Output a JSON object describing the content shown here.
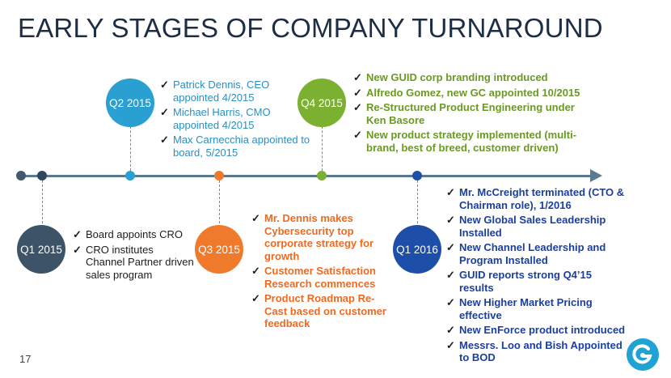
{
  "title": "EARLY STAGES OF COMPANY TURNAROUND",
  "page_number": "17",
  "milestones": {
    "q1_2015": {
      "label": "Q1 2015",
      "color": "#3d5468",
      "items": [
        "Board appoints CRO",
        "CRO institutes Channel Partner driven sales program"
      ]
    },
    "q2_2015": {
      "label": "Q2 2015",
      "color": "#2a9fd1",
      "items": [
        "Patrick Dennis, CEO appointed 4/2015",
        "Michael Harris, CMO appointed 4/2015",
        "Max Carnecchia appointed to board, 5/2015"
      ]
    },
    "q3_2015": {
      "label": "Q3 2015",
      "color": "#f07a2c",
      "items": [
        "Mr. Dennis makes Cybersecurity top corporate strategy for growth",
        "Customer Satisfaction Research commences",
        "Product Roadmap Re-Cast based on customer feedback"
      ]
    },
    "q4_2015": {
      "label": "Q4 2015",
      "color": "#7cb030",
      "items": [
        "New GUID corp branding introduced",
        "Alfredo Gomez, new GC appointed 10/2015",
        "Re-Structured Product Engineering under Ken Basore",
        "New product strategy implemented (multi-brand, best of breed, customer driven)"
      ]
    },
    "q1_2016": {
      "label": "Q1 2016",
      "color": "#1e4fa8",
      "items": [
        "Mr. McCreight terminated (CTO & Chairman role), 1/2016",
        "New Global Sales Leadership Installed",
        "New Channel Leadership and Program Installed",
        "GUID reports strong Q4’15 results",
        "New Higher Market Pricing effective",
        "New EnForce product introduced",
        "Messrs. Loo and Bish Appointed to BOD"
      ]
    }
  },
  "logo": {
    "icon": "guidance-g-logo-icon",
    "color": "#1fa3d4"
  }
}
